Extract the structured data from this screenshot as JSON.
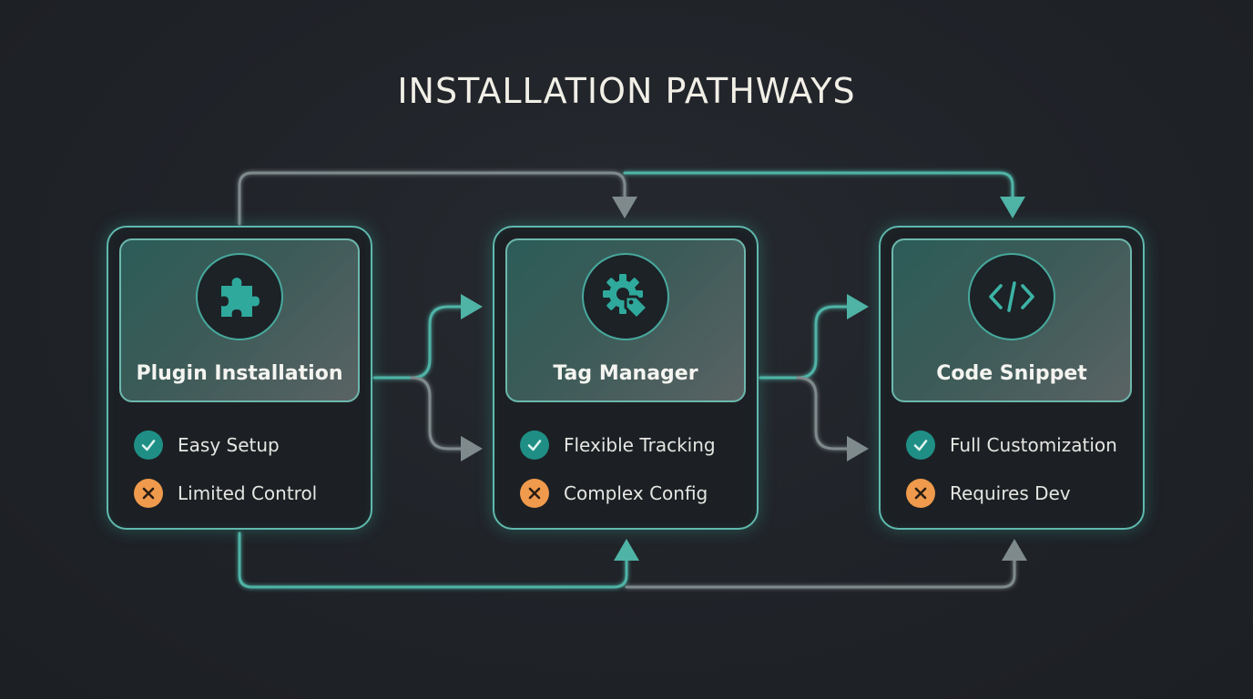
{
  "title": "INSTALLATION PATHWAYS",
  "colors": {
    "teal": "#4fb3a6",
    "gray_arrow": "#7f8a8c",
    "pro_badge": "#1f8f86",
    "con_badge": "#ef9a4c",
    "background": "#212429"
  },
  "cards": [
    {
      "title": "Plugin Installation",
      "icon": "puzzle-piece-icon",
      "pro": "Easy Setup",
      "con": "Limited Control"
    },
    {
      "title": "Tag Manager",
      "icon": "gear-tag-icon",
      "pro": "Flexible Tracking",
      "con": "Complex Config"
    },
    {
      "title": "Code Snippet",
      "icon": "code-brackets-icon",
      "pro": "Full Customization",
      "con": "Requires Dev"
    }
  ]
}
